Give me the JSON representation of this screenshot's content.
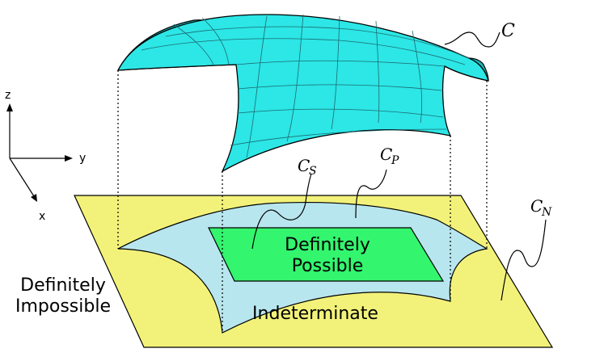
{
  "axes": {
    "z": "z",
    "y": "y",
    "x": "x"
  },
  "curve_labels": {
    "c": "C",
    "cs_main": "C",
    "cs_sub": "S",
    "cp_main": "C",
    "cp_sub": "P",
    "cn_main": "C",
    "cn_sub": "N"
  },
  "regions": {
    "definitely_possible_line1": "Definitely",
    "definitely_possible_line2": "Possible",
    "definitely_impossible_line1": "Definitely",
    "definitely_impossible_line2": "Impossible",
    "indeterminate": "Indeterminate"
  },
  "colors": {
    "plane": "#f2f27a",
    "indeterminate": "#b8e6ee",
    "definitely_possible": "#33f56e",
    "surface": "#2de6e6",
    "surface_dark": "#1fb3b8",
    "outline": "#000000"
  }
}
